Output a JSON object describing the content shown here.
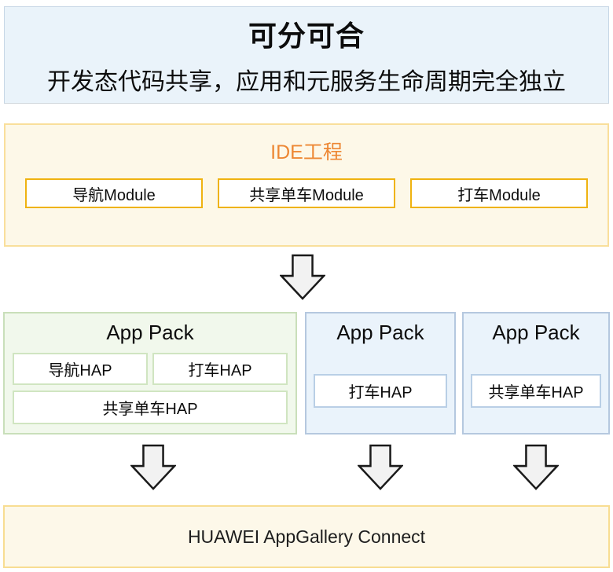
{
  "header": {
    "title": "可分可合",
    "subtitle": "开发态代码共享，应用和元服务生命周期完全独立"
  },
  "ide": {
    "title": "IDE工程",
    "modules": [
      "导航Module",
      "共享单车Module",
      "打车Module"
    ]
  },
  "packs": [
    {
      "title": "App Pack",
      "haps": [
        "导航HAP",
        "打车HAP",
        "共享单车HAP"
      ]
    },
    {
      "title": "App Pack",
      "haps": [
        "打车HAP"
      ]
    },
    {
      "title": "App Pack",
      "haps": [
        "共享单车HAP"
      ]
    }
  ],
  "footer": {
    "label": "HUAWEI AppGallery Connect"
  },
  "icons": {
    "down_arrow": "block-down-arrow"
  },
  "colors": {
    "header_bg": "#eaf3fa",
    "header_border": "#c7d7e6",
    "cream_bg": "#fdf8e8",
    "yellow_border": "#f9df9b",
    "ide_title_orange": "#ed8733",
    "module_border_gold": "#efb310",
    "pack_green_bg": "#f1f8ec",
    "pack_green_border": "#c9dfba",
    "pack_blue_bg": "#eaf3fb",
    "pack_blue_border": "#b5c8df",
    "arrow_fill": "#f2f2f2",
    "arrow_stroke": "#1a1a1a",
    "text": "#0c0c0c"
  }
}
